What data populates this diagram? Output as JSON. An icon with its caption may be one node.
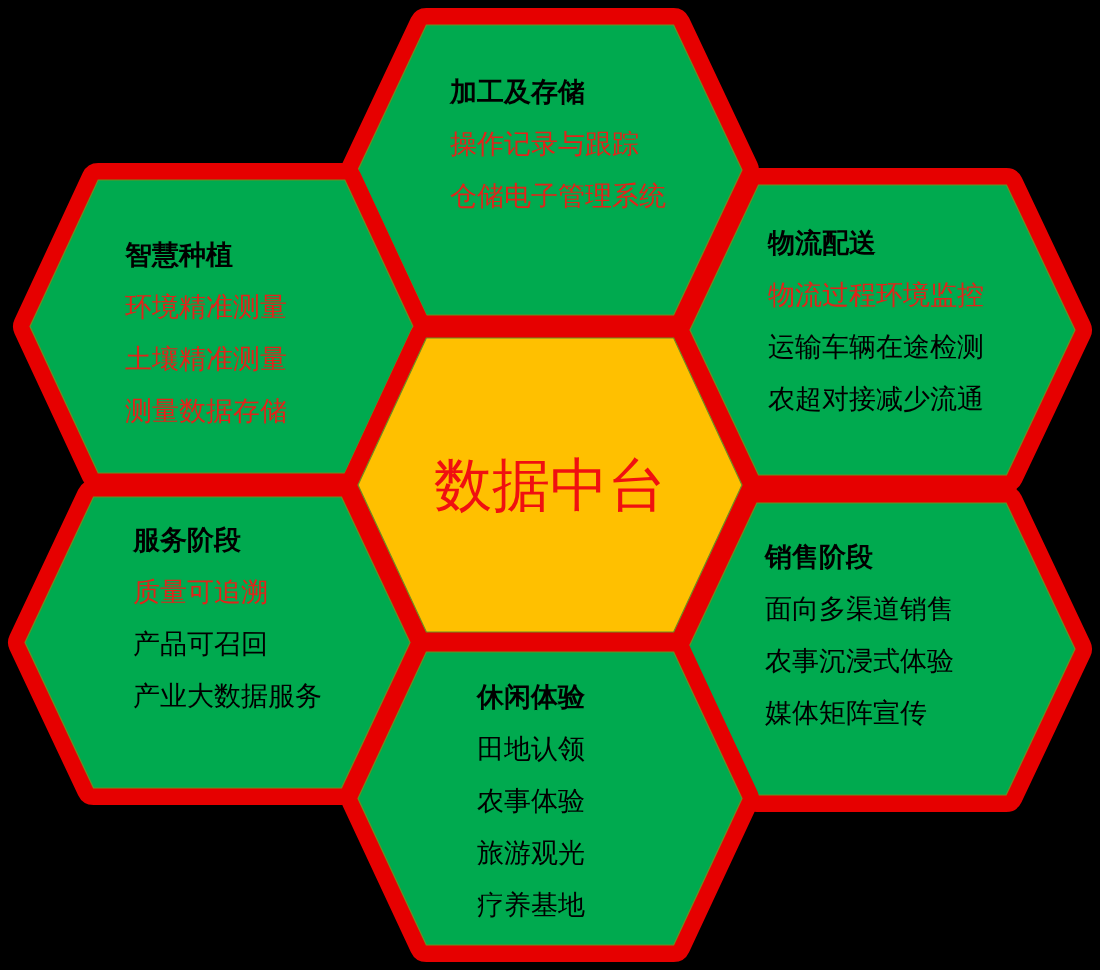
{
  "diagram": {
    "nodes": [
      {
        "text": [
          "加工及存储",
          "操作记录与跟踪",
          "仓储电子管理系统"
        ]
      },
      {
        "text": [
          "智慧种植",
          "环境精准测量",
          "土壤精准测量",
          "测量数据存储"
        ]
      },
      {
        "text": [
          "物流配送",
          "物流过程环境监控",
          "运输车辆在途检测",
          "农超对接减少流通"
        ]
      },
      {
        "text": [
          "数据中台"
        ]
      },
      {
        "text": [
          "服务阶段",
          "质量可追溯",
          "产品可召回",
          "产业大数据服务"
        ]
      },
      {
        "text": [
          "销售阶段",
          "面向多渠道销售",
          "农事沉浸式体验",
          "媒体矩阵宣传"
        ]
      },
      {
        "text": [
          "休闲体验",
          "田地认领",
          "农事体验",
          "旅游观光",
          "疗养基地"
        ]
      }
    ]
  }
}
